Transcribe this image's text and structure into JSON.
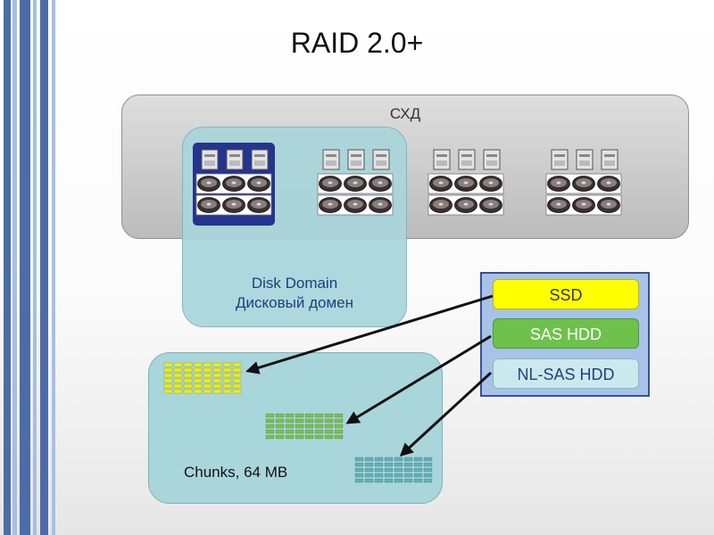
{
  "slide": {
    "title": "RAID 2.0+"
  },
  "storage": {
    "label": "СХД"
  },
  "disk_domain": {
    "label_en": "Disk Domain",
    "label_ru": "Дисковый домен"
  },
  "chunks": {
    "label": "Chunks, 64 MB"
  },
  "tiers": [
    {
      "label": "SSD",
      "color": "#ffff00"
    },
    {
      "label": "SAS HDD",
      "color": "#6ec24b"
    },
    {
      "label": "NL-SAS HDD",
      "color": "#cbe8ec"
    }
  ],
  "colors": {
    "stripe_dark": "#4c6ca8",
    "stripe_light": "#a7bfe2",
    "chunk_ssd": "#f0f000",
    "chunk_sas": "#7ac24a",
    "chunk_nlsas": "#5fb3b8",
    "highlight": "#25348c"
  },
  "enclosures": [
    {
      "name": "enclosure-1",
      "highlighted": true,
      "ssd_count": 3,
      "hdd_rows": 2,
      "hdd_per_row": 3
    },
    {
      "name": "enclosure-2",
      "highlighted": false,
      "ssd_count": 3,
      "hdd_rows": 2,
      "hdd_per_row": 3
    },
    {
      "name": "enclosure-3",
      "highlighted": false,
      "ssd_count": 3,
      "hdd_rows": 2,
      "hdd_per_row": 3
    },
    {
      "name": "enclosure-4",
      "highlighted": false,
      "ssd_count": 3,
      "hdd_rows": 2,
      "hdd_per_row": 3
    }
  ],
  "chunk_groups": [
    {
      "tier": "SSD",
      "rows": 6,
      "cols": 8
    },
    {
      "tier": "SAS HDD",
      "rows": 5,
      "cols": 8
    },
    {
      "tier": "NL-SAS HDD",
      "rows": 5,
      "cols": 8
    }
  ]
}
